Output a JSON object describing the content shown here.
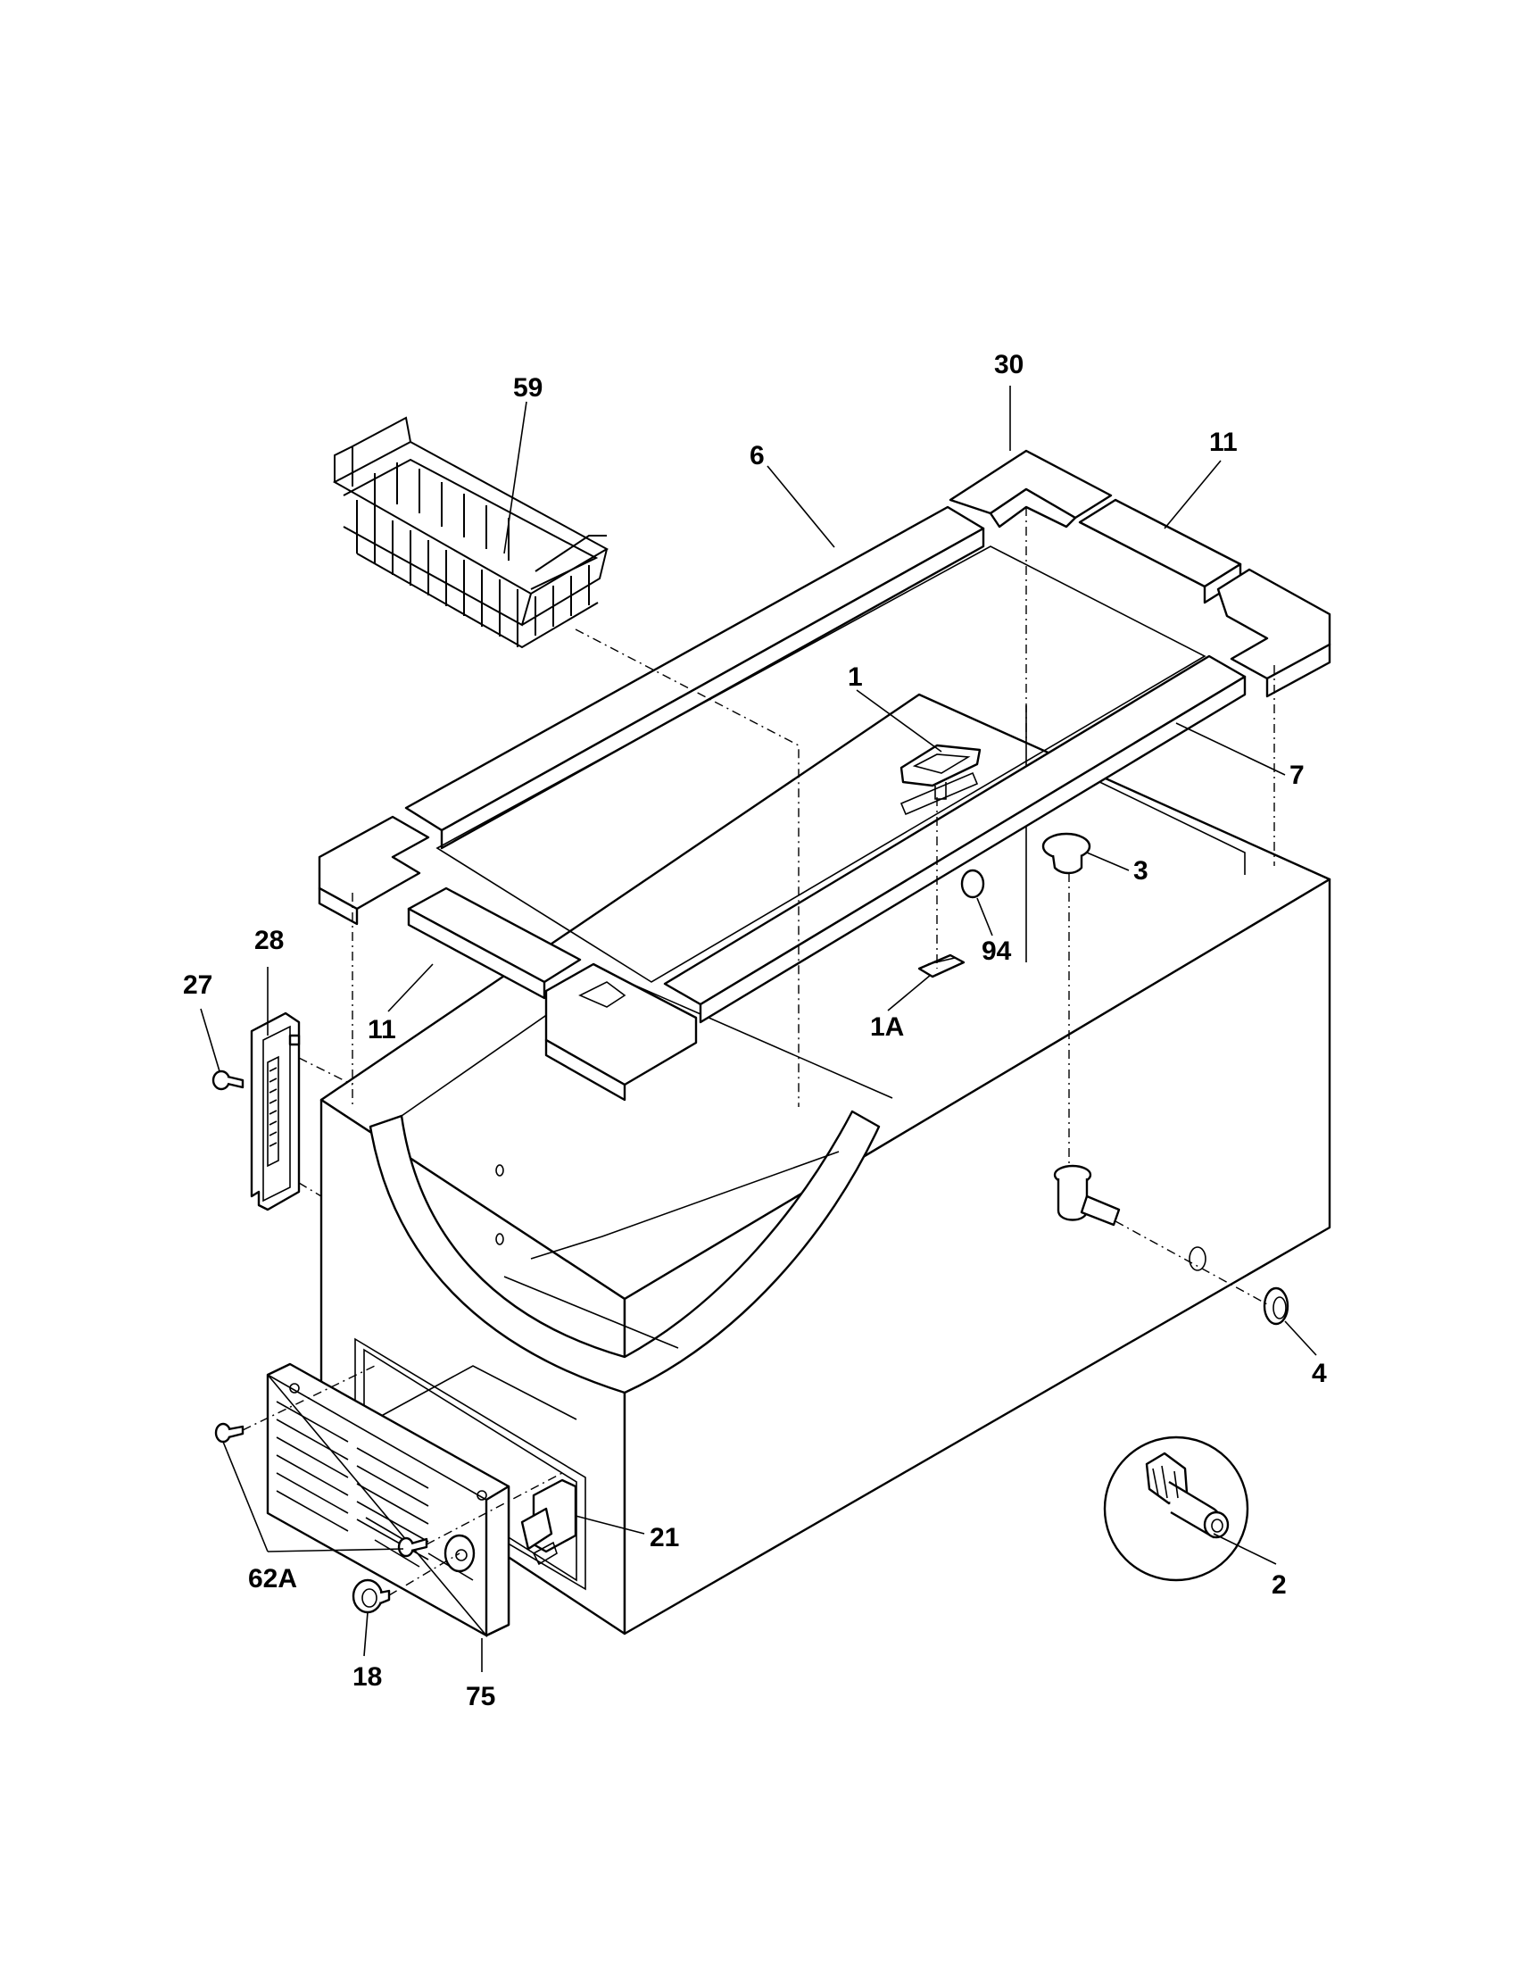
{
  "callouts": {
    "c59": "59",
    "c30": "30",
    "c11_top": "11",
    "c6": "6",
    "c1": "1",
    "c7": "7",
    "c3": "3",
    "c94": "94",
    "c1A": "1A",
    "c28": "28",
    "c27": "27",
    "c11_left": "11",
    "c4": "4",
    "c2": "2",
    "c21": "21",
    "c62A": "62A",
    "c18": "18",
    "c75": "75"
  },
  "colors": {
    "line": "#000000",
    "background": "#ffffff"
  }
}
